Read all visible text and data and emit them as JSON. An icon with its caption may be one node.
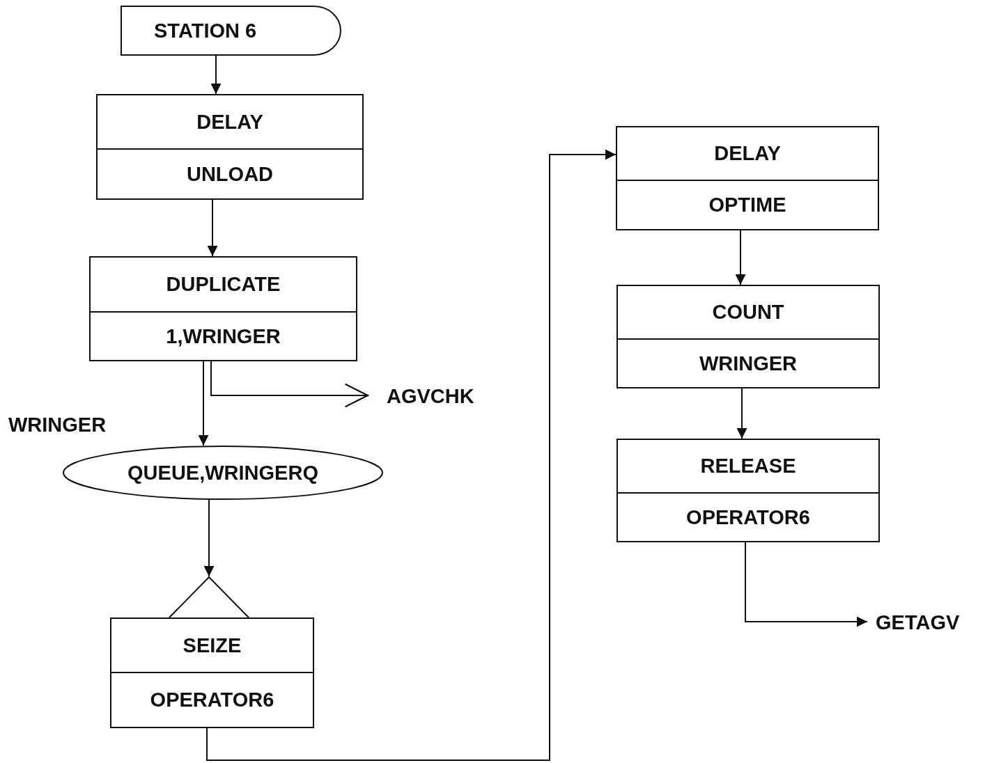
{
  "diagram": {
    "nodes": [
      {
        "text": [
          "STATION 6"
        ]
      },
      {
        "text": [
          "DELAY",
          "UNLOAD"
        ]
      },
      {
        "text": [
          "DUPLICATE",
          "1,WRINGER"
        ]
      },
      {
        "text": [
          "AGVCHK"
        ]
      },
      {
        "text": [
          "QUEUE,WRINGERQ"
        ],
        "beside": [
          "WRINGER"
        ]
      },
      {
        "text": [
          "SEIZE",
          "OPERATOR6"
        ]
      },
      {
        "text": [
          "DELAY",
          "OPTIME"
        ]
      },
      {
        "text": [
          "COUNT",
          "WRINGER"
        ]
      },
      {
        "text": [
          "RELEASE",
          "OPERATOR6"
        ]
      },
      {
        "text": [
          "GETAGV"
        ]
      }
    ],
    "edges": [
      {
        "from": 0,
        "to": 1,
        "arrow": "to"
      },
      {
        "from": 1,
        "to": 2,
        "arrow": "to"
      },
      {
        "from": 2,
        "to": 4,
        "arrow": "to"
      },
      {
        "from": 2,
        "to": 3,
        "arrow": "to"
      },
      {
        "from": 4,
        "to": 5,
        "arrow": "to"
      },
      {
        "from": 5,
        "to": 6,
        "arrow": "to"
      },
      {
        "from": 6,
        "to": 7,
        "arrow": "to"
      },
      {
        "from": 7,
        "to": 8,
        "arrow": "to"
      },
      {
        "from": 8,
        "to": 9,
        "arrow": "to"
      }
    ]
  }
}
